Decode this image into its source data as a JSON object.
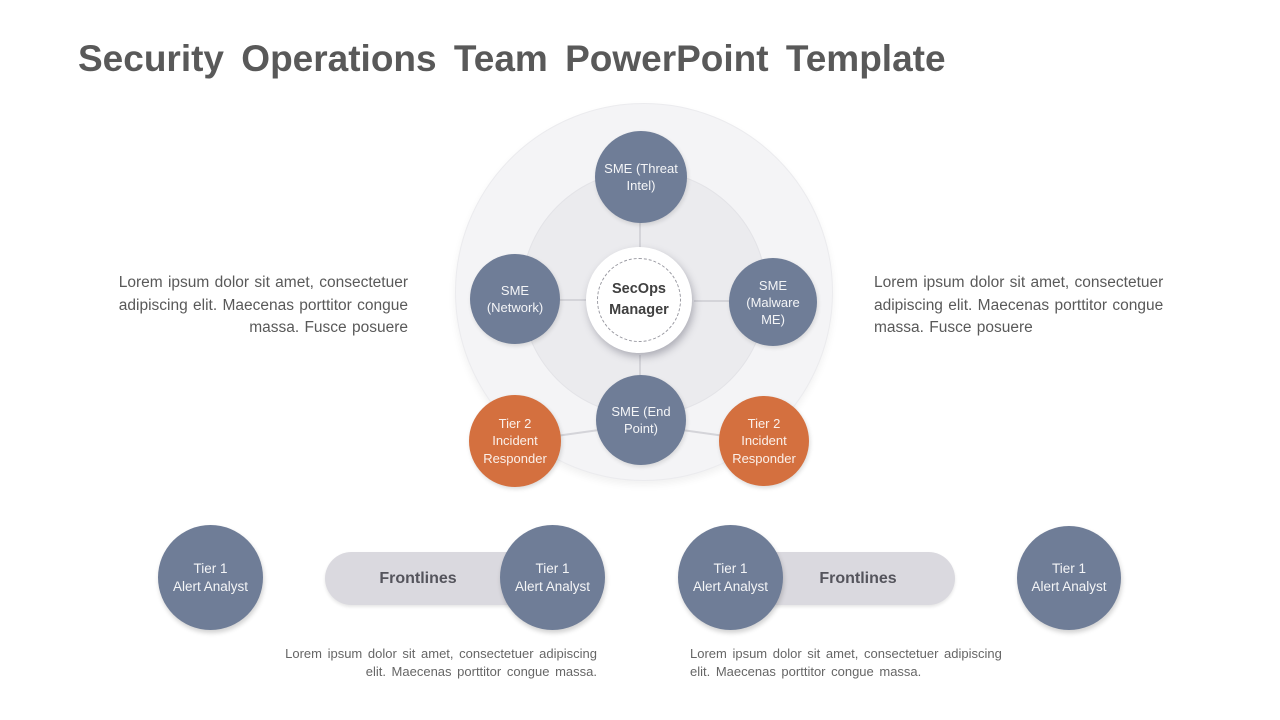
{
  "slide": {
    "title": "Security Operations Team PowerPoint Template"
  },
  "paragraphs": {
    "left": "Lorem ipsum dolor sit amet, consectetuer adipiscing elit. Maecenas porttitor congue massa. Fusce posuere",
    "right": "Lorem ipsum dolor sit amet, consectetuer adipiscing elit. Maecenas porttitor congue massa. Fusce posuere"
  },
  "hub": {
    "center_label": "SecOps\nManager",
    "nodes": [
      {
        "id": "top",
        "label": "SME (Threat\nIntel)"
      },
      {
        "id": "left",
        "label": "SME\n(Network)"
      },
      {
        "id": "right",
        "label": "SME\n(Malware\nME)"
      },
      {
        "id": "bottom",
        "label": "SME (End\nPoint)"
      }
    ],
    "tier2_left_label": "Tier 2\nIncident\nResponder",
    "tier2_right_label": "Tier 2\nIncident\nResponder"
  },
  "frontlines": {
    "left": {
      "pill_label": "Frontlines",
      "outer_circle_label": "Tier 1\nAlert Analyst",
      "inner_circle_label": "Tier 1\nAlert Analyst",
      "caption": "Lorem ipsum dolor sit amet, consectetuer adipiscing elit. Maecenas porttitor congue massa."
    },
    "right": {
      "pill_label": "Frontlines",
      "inner_circle_label": "Tier 1\nAlert Analyst",
      "outer_circle_label": "Tier 1\nAlert Analyst",
      "caption": "Lorem ipsum dolor sit amet, consectetuer adipiscing elit. Maecenas porttitor congue massa."
    }
  },
  "colors": {
    "slate_circle": "#6f7d97",
    "orange_circle": "#d4703f",
    "pill_gray": "#dad9df",
    "hub_outer_ring": "#f4f4f6",
    "hub_inner_ring": "#ebebee",
    "title_text": "#595959",
    "body_text": "#595959",
    "caption_text": "#666666"
  }
}
